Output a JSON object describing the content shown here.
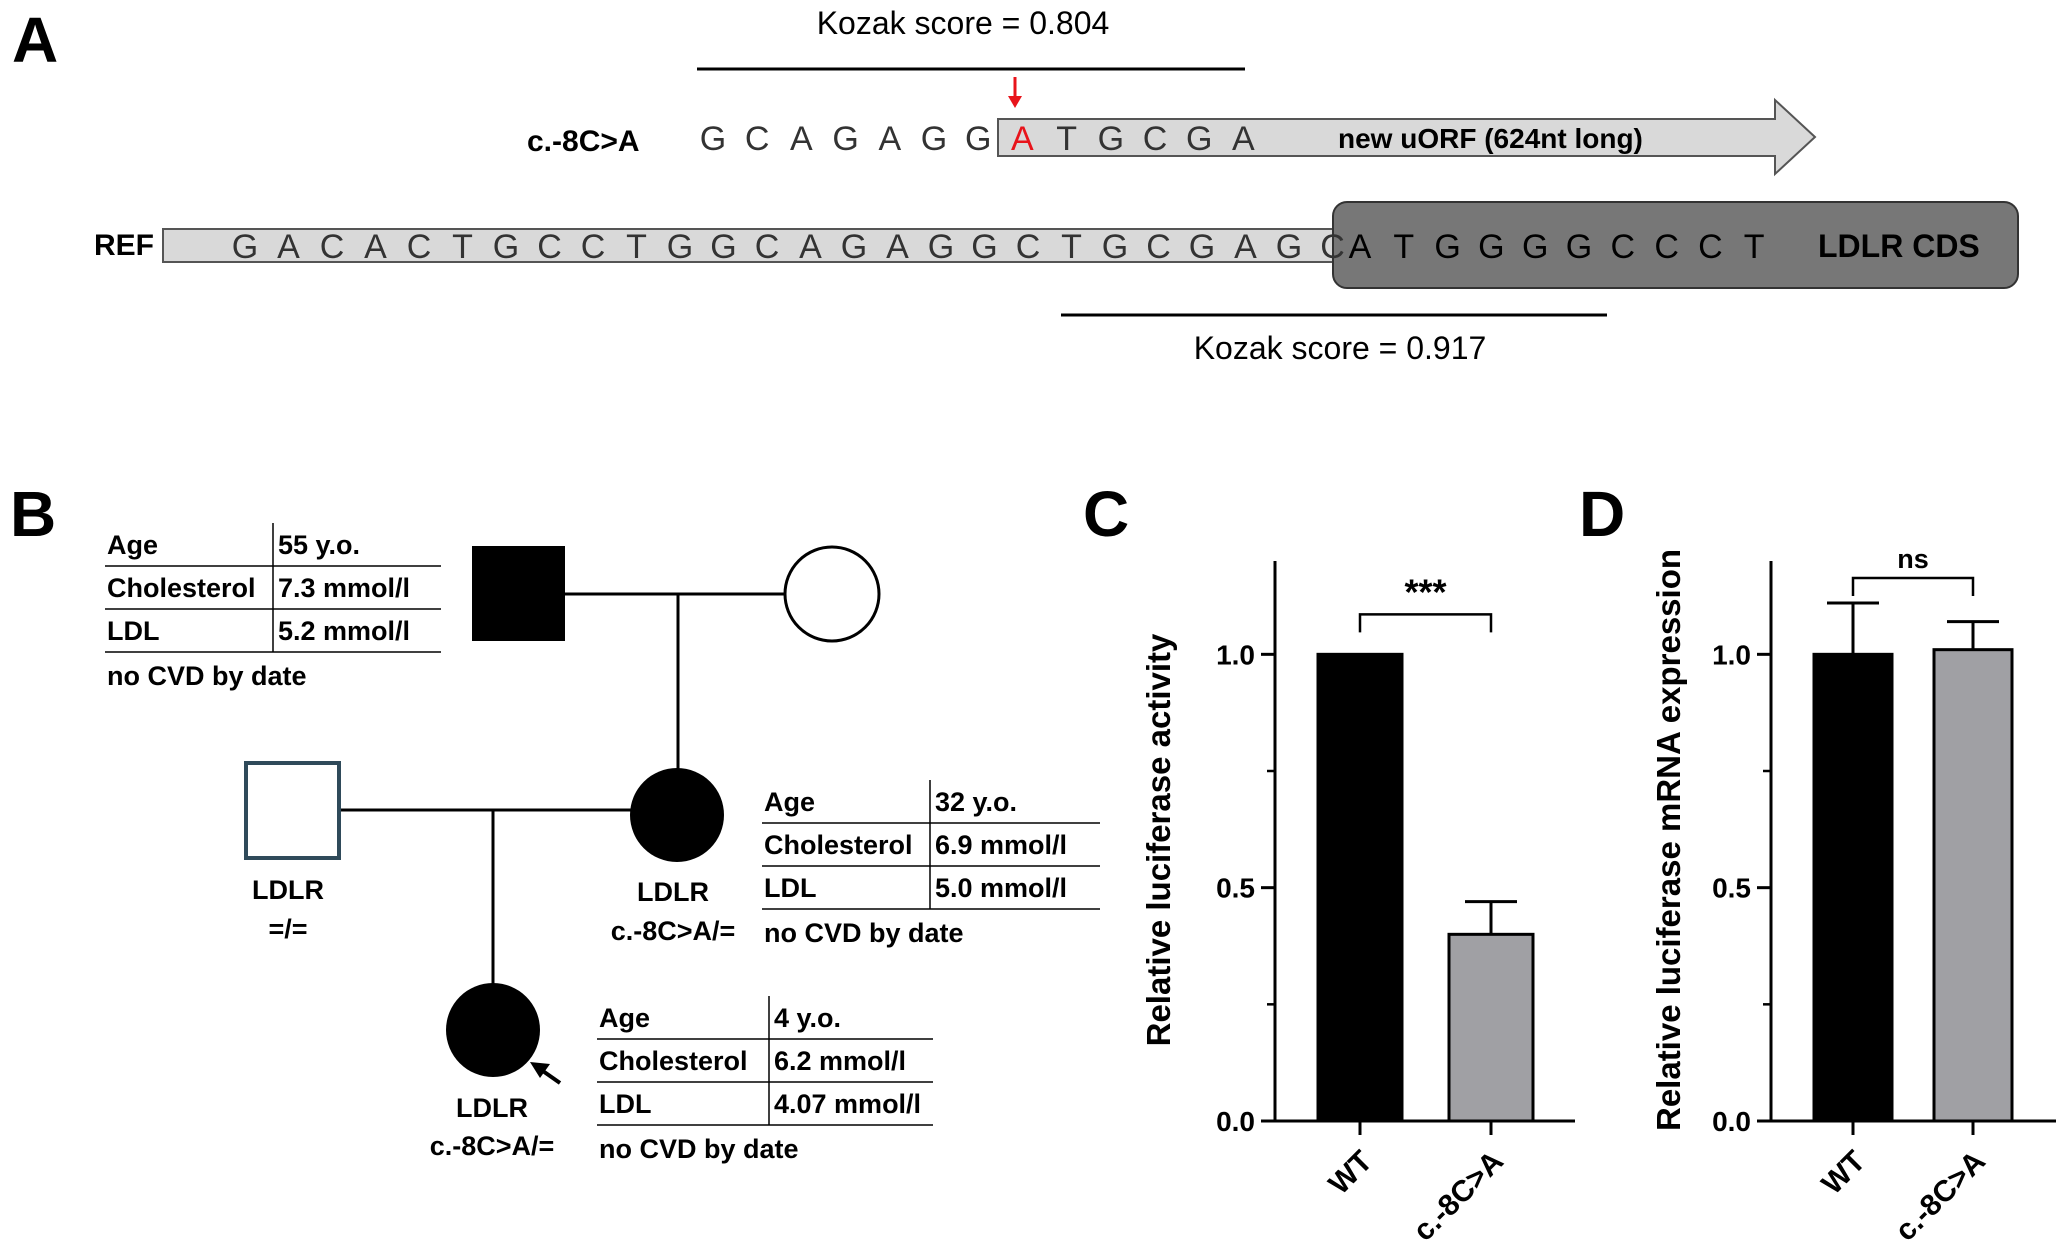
{
  "panel_letters": {
    "a": "A",
    "b": "B",
    "c": "C",
    "d": "D"
  },
  "panel_a": {
    "kozak_top": "Kozak score = 0.804",
    "kozak_bottom": "Kozak score = 0.917",
    "variant_label": "c.-8C>A",
    "variant_sequence_before": [
      "G",
      "C",
      "A",
      "G",
      "A",
      "G",
      "G"
    ],
    "variant_base": "A",
    "variant_sequence_after": [
      "T",
      "G",
      "C",
      "G",
      "A"
    ],
    "uorf_label": "new uORF  (624nt long)",
    "ref_label": "REF",
    "ref_sequence": [
      "G",
      "A",
      "C",
      "A",
      "C",
      "T",
      "G",
      "C",
      "C",
      "T",
      "G",
      "G",
      "C",
      "A",
      "G",
      "A",
      "G",
      "G",
      "C",
      "T",
      "G",
      "C",
      "G",
      "A",
      "G",
      "C"
    ],
    "cds_sequence": [
      "A",
      "T",
      "G",
      "G",
      "G",
      "G",
      "C",
      "C",
      "C",
      "T"
    ],
    "cds_label": "LDLR CDS",
    "colors": {
      "variant_red": "#e8141b",
      "arrow_fill": "#d9d9d9",
      "cds_fill": "#777777",
      "ref_fill": "#d9d9d9"
    }
  },
  "panel_b": {
    "grandfather_table": {
      "rows": [
        {
          "label": "Age",
          "value": "55 y.o."
        },
        {
          "label": "Cholesterol",
          "value": "7.3 mmol/l"
        },
        {
          "label": "LDL",
          "value": "5.2 mmol/l"
        }
      ],
      "note": "no CVD by date"
    },
    "mother_table": {
      "rows": [
        {
          "label": "Age",
          "value": "32 y.o."
        },
        {
          "label": "Cholesterol",
          "value": "6.9 mmol/l"
        },
        {
          "label": "LDL",
          "value": "5.0 mmol/l"
        }
      ],
      "note": "no CVD by date"
    },
    "proband_table": {
      "rows": [
        {
          "label": "Age",
          "value": "4 y.o."
        },
        {
          "label": "Cholesterol",
          "value": "6.2 mmol/l"
        },
        {
          "label": "LDL",
          "value": "4.07 mmol/l"
        }
      ],
      "note": "no CVD by date"
    },
    "father_genotype": {
      "gene": "LDLR",
      "genotype": "=/="
    },
    "mother_genotype": {
      "gene": "LDLR",
      "genotype": "c.-8C>A/="
    },
    "proband_genotype": {
      "gene": "LDLR",
      "genotype": "c.-8C>A/="
    }
  },
  "chart_data": [
    {
      "type": "bar",
      "panel": "C",
      "categories": [
        "WT",
        "c.-8C>A"
      ],
      "values": [
        1.0,
        0.4
      ],
      "error": [
        0.0,
        0.07
      ],
      "ylabel": "Relative luciferase activity",
      "ylim": [
        0,
        1.2
      ],
      "yticks": [
        0.0,
        0.5,
        1.0
      ],
      "ytick_labels": [
        "0.0",
        "0.5",
        "1.0"
      ],
      "significance": "***",
      "colors": [
        "#000000",
        "#a0a0a4"
      ]
    },
    {
      "type": "bar",
      "panel": "D",
      "categories": [
        "WT",
        "c.-8C>A"
      ],
      "values": [
        1.0,
        1.01
      ],
      "error": [
        0.11,
        0.06
      ],
      "ylabel": "Relative luciferase mRNA expression",
      "ylim": [
        0,
        1.2
      ],
      "yticks": [
        0.0,
        0.5,
        1.0
      ],
      "ytick_labels": [
        "0.0",
        "0.5",
        "1.0"
      ],
      "significance": "ns",
      "colors": [
        "#000000",
        "#a0a0a4"
      ]
    }
  ]
}
